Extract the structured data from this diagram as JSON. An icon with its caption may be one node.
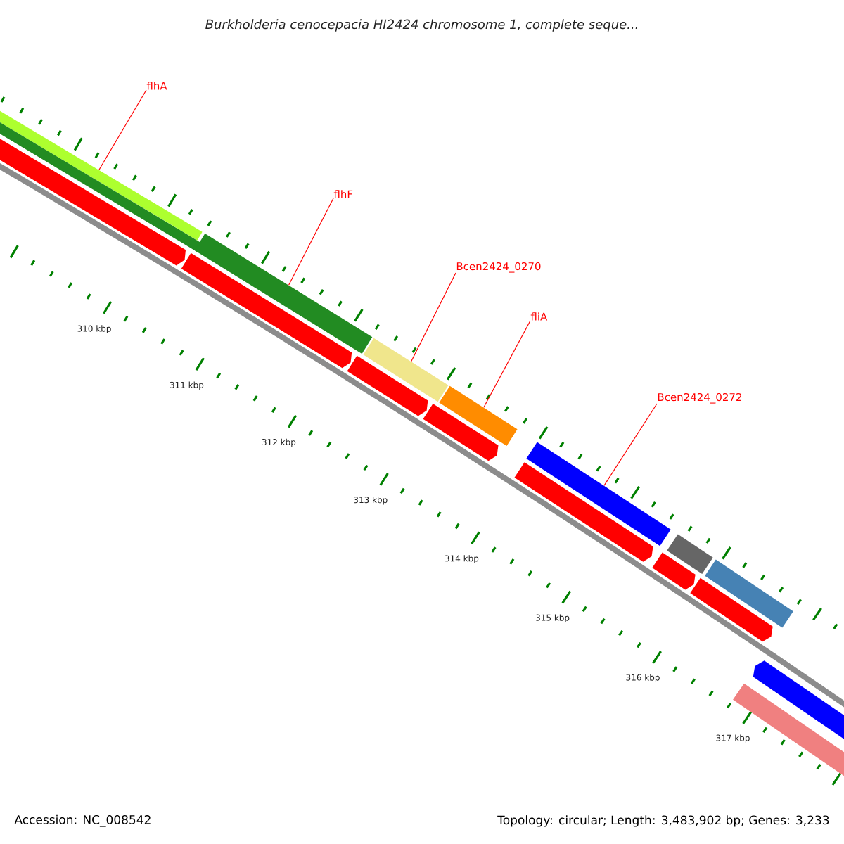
{
  "diagram": {
    "title": "Burkholderia cenocepacia HI2424 chromosome 1, complete seque...",
    "nodes": [
      {
        "text": [
          "flhA"
        ]
      },
      {
        "text": [
          "flhF"
        ]
      },
      {
        "text": [
          "Bcen2424_0270"
        ]
      },
      {
        "text": [
          "fliA"
        ]
      },
      {
        "text": [
          "Bcen2424_0272"
        ]
      },
      {
        "text": [],
        "shape": "bar"
      },
      {
        "text": [],
        "shape": "bar"
      },
      {
        "text": [],
        "shape": "arrow"
      },
      {
        "text": [],
        "shape": "bar"
      },
      {
        "text": [],
        "shape": "arrow"
      },
      {
        "text": [],
        "shape": "bar"
      },
      {
        "text": [],
        "shape": "arrow"
      },
      {
        "text": [],
        "shape": "bar"
      },
      {
        "text": [],
        "shape": "arrow"
      },
      {
        "text": [],
        "shape": "bar"
      },
      {
        "text": [],
        "shape": "arrow"
      },
      {
        "text": [],
        "shape": "bar"
      },
      {
        "text": [],
        "shape": "arrow"
      },
      {
        "text": [],
        "shape": "bar"
      },
      {
        "text": [],
        "shape": "arrow"
      },
      {
        "text": [],
        "shape": "bar"
      },
      {
        "text": [],
        "shape": "arrow"
      }
    ],
    "edges": [
      {
        "from": 0,
        "to": 5,
        "arrow": "none"
      },
      {
        "from": 1,
        "to": 8,
        "arrow": "none"
      },
      {
        "from": 2,
        "to": 10,
        "arrow": "none"
      },
      {
        "from": 3,
        "to": 12,
        "arrow": "none"
      },
      {
        "from": 4,
        "to": 14,
        "arrow": "none"
      }
    ],
    "labels": [
      "310 kbp",
      "311 kbp",
      "312 kbp",
      "313 kbp",
      "314 kbp",
      "315 kbp",
      "316 kbp",
      "317 kbp",
      "Accession: NC_008542",
      "Topology: circular; Length: 3,483,902 bp; Genes: 3,233"
    ]
  }
}
